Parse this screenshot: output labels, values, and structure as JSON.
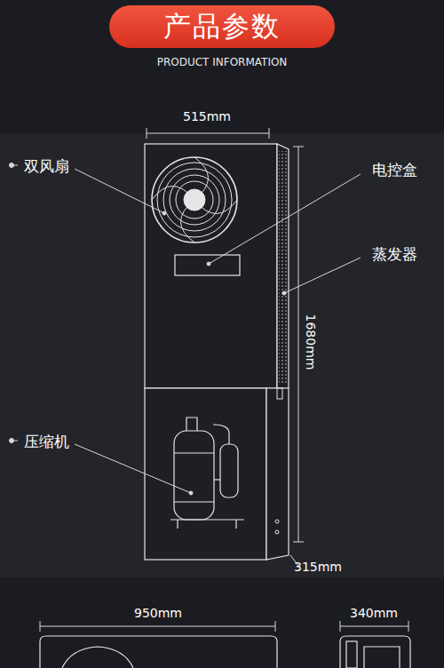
{
  "diagram": {
    "title": "产品参数",
    "labels": [
      "PRODUCT INFORMATION",
      "515mm",
      "双风扇",
      "电控盒",
      "蒸发器",
      "1680mm",
      "压缩机",
      "315mm",
      "950mm",
      "340mm"
    ]
  }
}
